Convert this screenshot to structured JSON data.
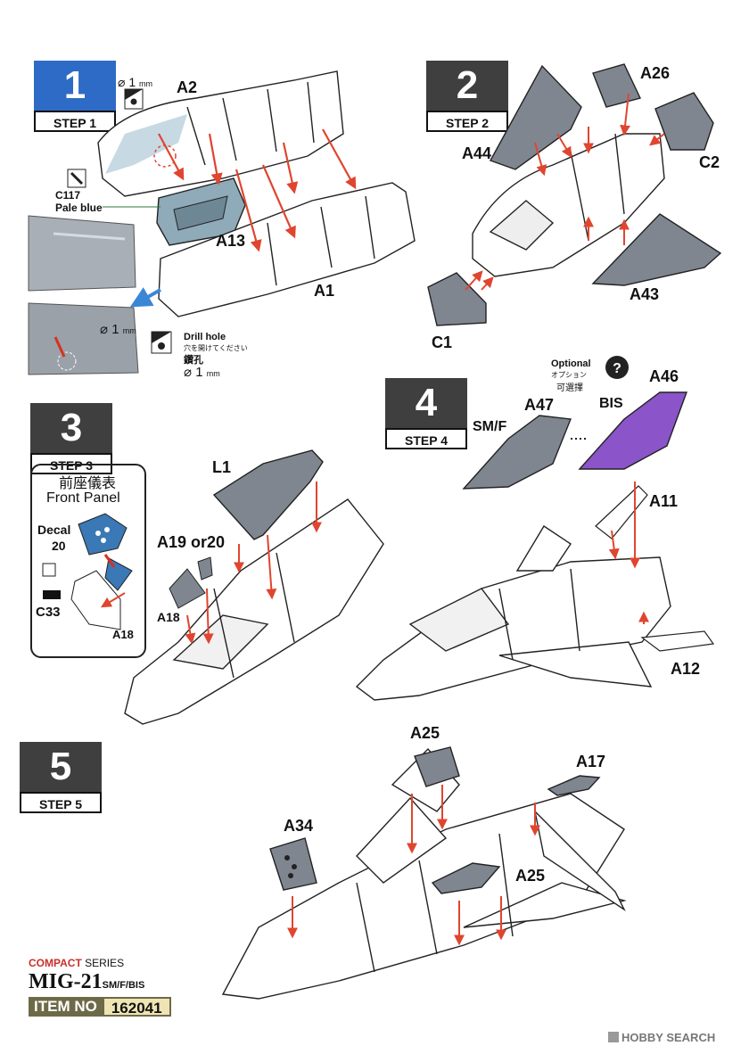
{
  "steps": [
    {
      "number": "1",
      "label": "STEP 1"
    },
    {
      "number": "2",
      "label": "STEP 2"
    },
    {
      "number": "3",
      "label": "STEP 3"
    },
    {
      "number": "4",
      "label": "STEP 4"
    },
    {
      "number": "5",
      "label": "STEP 5"
    }
  ],
  "step1": {
    "drill_top": "⌀ 1",
    "drill_top_unit": "mm",
    "part_a2": "A2",
    "paint_code": "C117",
    "paint_name": "Pale blue",
    "part_a13": "A13",
    "part_a1": "A1",
    "drill_bottom": "⌀ 1",
    "drill_bottom_unit": "mm",
    "drill_hole_en": "Drill hole",
    "drill_hole_jp": "穴を開けてください",
    "drill_hole_cn": "鑽孔",
    "drill_hole_size": "⌀ 1",
    "drill_hole_unit": "mm"
  },
  "step2": {
    "a26": "A26",
    "a44": "A44",
    "c2": "C2",
    "a43": "A43",
    "c1": "C1"
  },
  "step3": {
    "panel_jp": "前座儀表",
    "panel_en": "Front Panel",
    "decal_label": "Decal",
    "decal_num": "20",
    "c33": "C33",
    "a18_box": "A18",
    "l1": "L1",
    "a19_or_20": "A19 or20",
    "a18": "A18"
  },
  "step4": {
    "optional_en": "Optional",
    "optional_jp": "オプション",
    "optional_cn": "可選擇",
    "a47": "A47",
    "a46": "A46",
    "smf": "SM/F",
    "bis": "BIS",
    "a11": "A11",
    "a12": "A12"
  },
  "step5": {
    "a25_top": "A25",
    "a17": "A17",
    "a34": "A34",
    "a25_bottom": "A25"
  },
  "footer": {
    "series_compact": "COMPACT",
    "series_word": "SERIES",
    "model": "MIG-21",
    "model_suffix": "SM/F/BIS",
    "item_label": "ITEM NO",
    "item_number": "162041",
    "watermark": "HOBBY SEARCH"
  },
  "colors": {
    "step1_badge": "#2e6bc6",
    "step_badge": "#3f3f3f",
    "arrow": "#e0452f",
    "part_grey": "#7f8690",
    "part_blue": "#8faab8",
    "part_purple": "#8b54c9",
    "blue_arrow": "#3c86d6"
  }
}
